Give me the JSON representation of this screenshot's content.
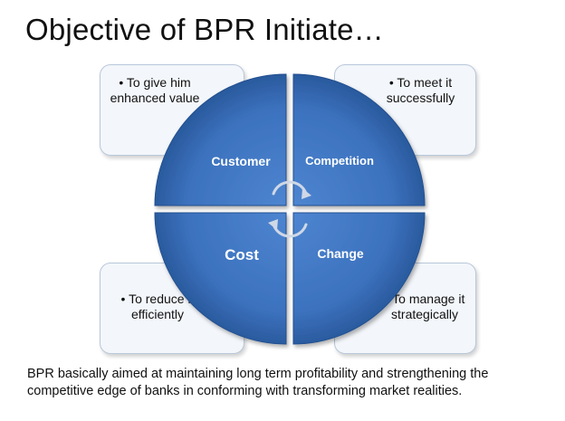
{
  "title": "Objective of BPR Initiate…",
  "quadrants": {
    "customer": {
      "label": "Customer",
      "note": "• To give him enhanced value"
    },
    "competition": {
      "label": "Competition",
      "note": "• To meet it successfully"
    },
    "cost": {
      "label": "Cost",
      "note": "• To reduce it efficiently"
    },
    "change": {
      "label": "Change",
      "note": "• To manage it strategically"
    }
  },
  "footer": "BPR basically aimed at maintaining long term profitability and strengthening the competitive edge of banks in conforming with transforming market realities.",
  "colors": {
    "quadrant_fill": "#3c72be",
    "quadrant_dark": "#23508f",
    "box_fill": "#f3f6fa",
    "box_border": "#b9c8da"
  },
  "icons": {
    "center": "cycle-arrows-icon"
  }
}
